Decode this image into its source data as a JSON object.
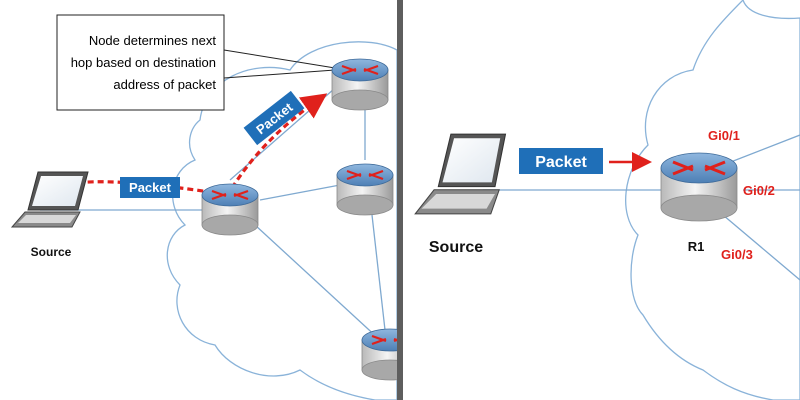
{
  "left_panel": {
    "callout": {
      "lines": [
        "Node determines next",
        "hop based on destination",
        "address of packet"
      ]
    },
    "packet_labels": [
      "Packet",
      "Packet"
    ],
    "source_label": "Source"
  },
  "right_panel": {
    "packet_label": "Packet",
    "source_label": "Source",
    "router_label": "R1",
    "interfaces": [
      "Gi0/1",
      "Gi0/2",
      "Gi0/3"
    ]
  },
  "colors": {
    "packet_box": "#1f6fb8",
    "path_arrow": "#e0211c",
    "interface_label": "#e0211c",
    "divider": "#5e5e5e",
    "link_line": "#7fa9d0"
  },
  "icons": [
    "router-icon",
    "laptop-icon"
  ]
}
